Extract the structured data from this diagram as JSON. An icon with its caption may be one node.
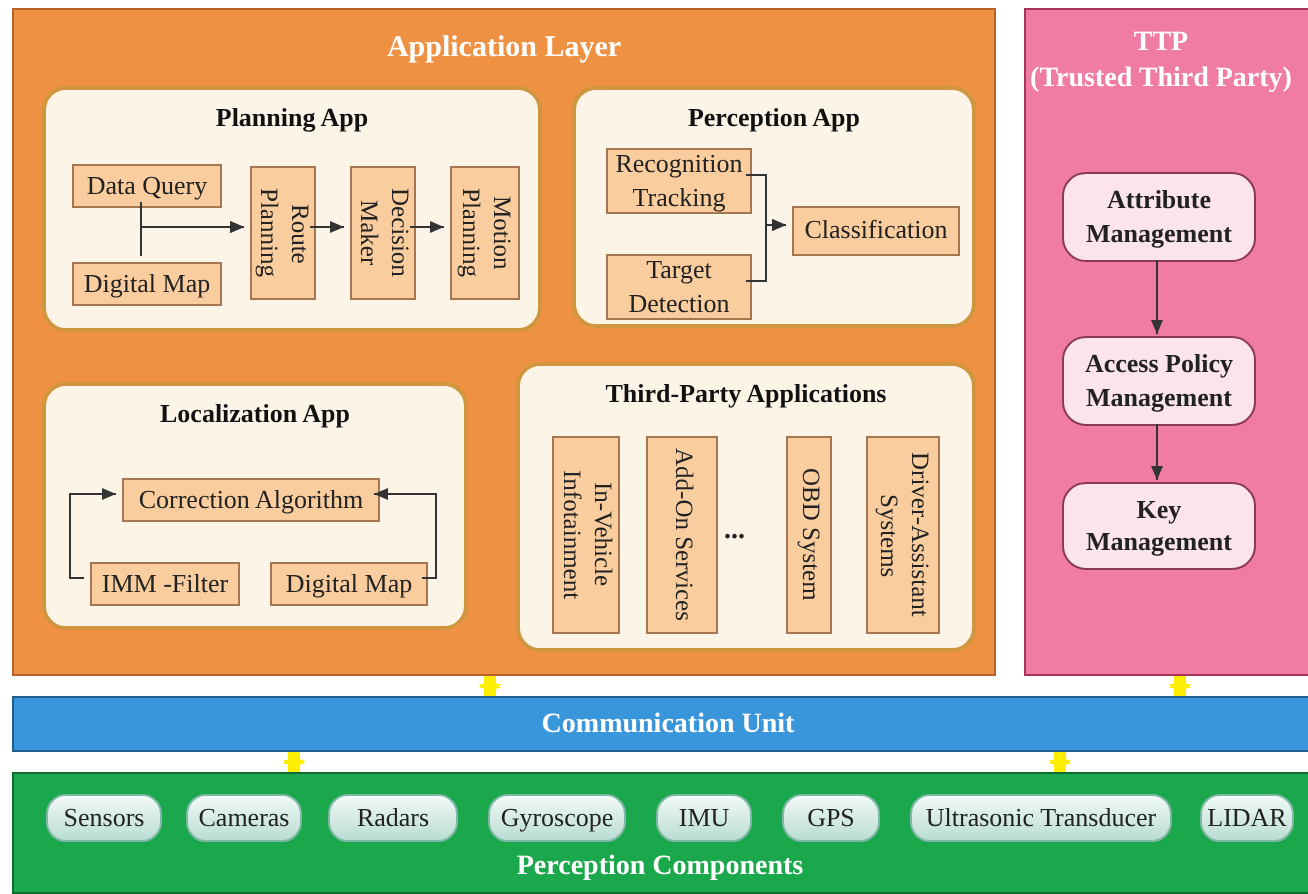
{
  "diagram": {
    "nodes": [
      {
        "text": [
          "Application Layer"
        ]
      },
      {
        "text": [
          "Planning App"
        ],
        "in": 0
      },
      {
        "text": [
          "Data Query"
        ],
        "in": 1
      },
      {
        "text": [
          "Digital Map"
        ],
        "in": 1
      },
      {
        "text": [
          "Route Planning"
        ],
        "in": 1
      },
      {
        "text": [
          "Decision Maker"
        ],
        "in": 1
      },
      {
        "text": [
          "Motion Planning"
        ],
        "in": 1
      },
      {
        "text": [
          "Perception App"
        ],
        "in": 0
      },
      {
        "text": [
          "Recognition Tracking"
        ],
        "in": 7
      },
      {
        "text": [
          "Target Detection"
        ],
        "in": 7
      },
      {
        "text": [
          "Classification"
        ],
        "in": 7
      },
      {
        "text": [
          "Localization App"
        ],
        "in": 0
      },
      {
        "text": [
          "Correction Algorithm"
        ],
        "in": 11
      },
      {
        "text": [
          "IMM -Filter"
        ],
        "in": 11
      },
      {
        "text": [
          "Digital Map"
        ],
        "in": 11
      },
      {
        "text": [
          "Third-Party Applications"
        ],
        "in": 0
      },
      {
        "text": [
          "In-Vehicle Infotainment"
        ],
        "in": 15
      },
      {
        "text": [
          "Add-On Services"
        ],
        "in": 15
      },
      {
        "text": [
          "OBD System"
        ],
        "in": 15
      },
      {
        "text": [
          "Driver-Assistant Systems"
        ],
        "in": 15
      },
      {
        "text": [
          "TTP",
          "(Trusted Third Party)"
        ]
      },
      {
        "text": [
          "Attribute Management"
        ],
        "in": 20
      },
      {
        "text": [
          "Access Policy Management"
        ],
        "in": 20
      },
      {
        "text": [
          "Key Management"
        ],
        "in": 20
      },
      {
        "text": [
          "Communication Unit"
        ]
      },
      {
        "text": [
          "Perception Components"
        ]
      },
      {
        "text": [
          "Sensors"
        ],
        "in": 25
      },
      {
        "text": [
          "Cameras"
        ],
        "in": 25
      },
      {
        "text": [
          "Radars"
        ],
        "in": 25
      },
      {
        "text": [
          "Gyroscope"
        ],
        "in": 25
      },
      {
        "text": [
          "IMU"
        ],
        "in": 25
      },
      {
        "text": [
          "GPS"
        ],
        "in": 25
      },
      {
        "text": [
          "Ultrasonic Transducer"
        ],
        "in": 25
      },
      {
        "text": [
          "LIDAR"
        ],
        "in": 25
      }
    ],
    "edges": [
      {
        "from": 2,
        "to": 4,
        "arrow": "to"
      },
      {
        "from": 3,
        "to": 4,
        "arrow": "to"
      },
      {
        "from": 4,
        "to": 5,
        "arrow": "to"
      },
      {
        "from": 5,
        "to": 6,
        "arrow": "to"
      },
      {
        "from": 8,
        "to": 10,
        "arrow": "to"
      },
      {
        "from": 9,
        "to": 10,
        "arrow": "to"
      },
      {
        "from": 13,
        "to": 12,
        "arrow": "to"
      },
      {
        "from": 14,
        "to": 12,
        "arrow": "to"
      },
      {
        "from": 21,
        "to": 22,
        "arrow": "to"
      },
      {
        "from": 22,
        "to": 23,
        "arrow": "to"
      },
      {
        "from": 0,
        "to": 24,
        "arrow": "both",
        "style": "thick",
        "color": "#ffee00"
      },
      {
        "from": 20,
        "to": 24,
        "arrow": "both",
        "style": "thick",
        "color": "#ffee00"
      },
      {
        "from": 24,
        "to": 25,
        "arrow": "both",
        "style": "thick",
        "color": "#ffee00"
      },
      {
        "from": 24,
        "to": 25,
        "arrow": "both",
        "style": "thick",
        "color": "#ffee00"
      }
    ],
    "labels": [
      "..."
    ]
  }
}
